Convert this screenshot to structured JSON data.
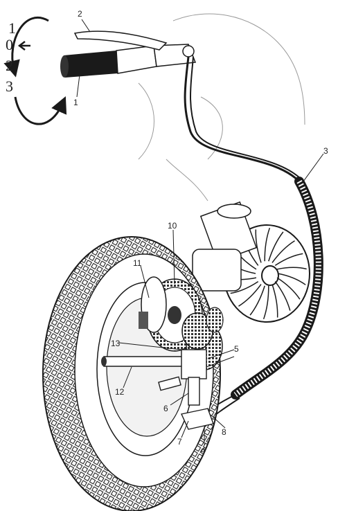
{
  "gear_indicator": {
    "positions": [
      "1",
      "0",
      "2",
      "3"
    ],
    "current": "0"
  },
  "callouts": {
    "c1": "1",
    "c2": "2",
    "c3": "3",
    "c4": "4",
    "c5": "5",
    "c6": "6",
    "c7": "7",
    "c8": "8",
    "c10": "10",
    "c11": "11",
    "c12": "12",
    "c13": "13"
  },
  "colors": {
    "ink": "#1a1a1a",
    "paper": "#ffffff"
  }
}
